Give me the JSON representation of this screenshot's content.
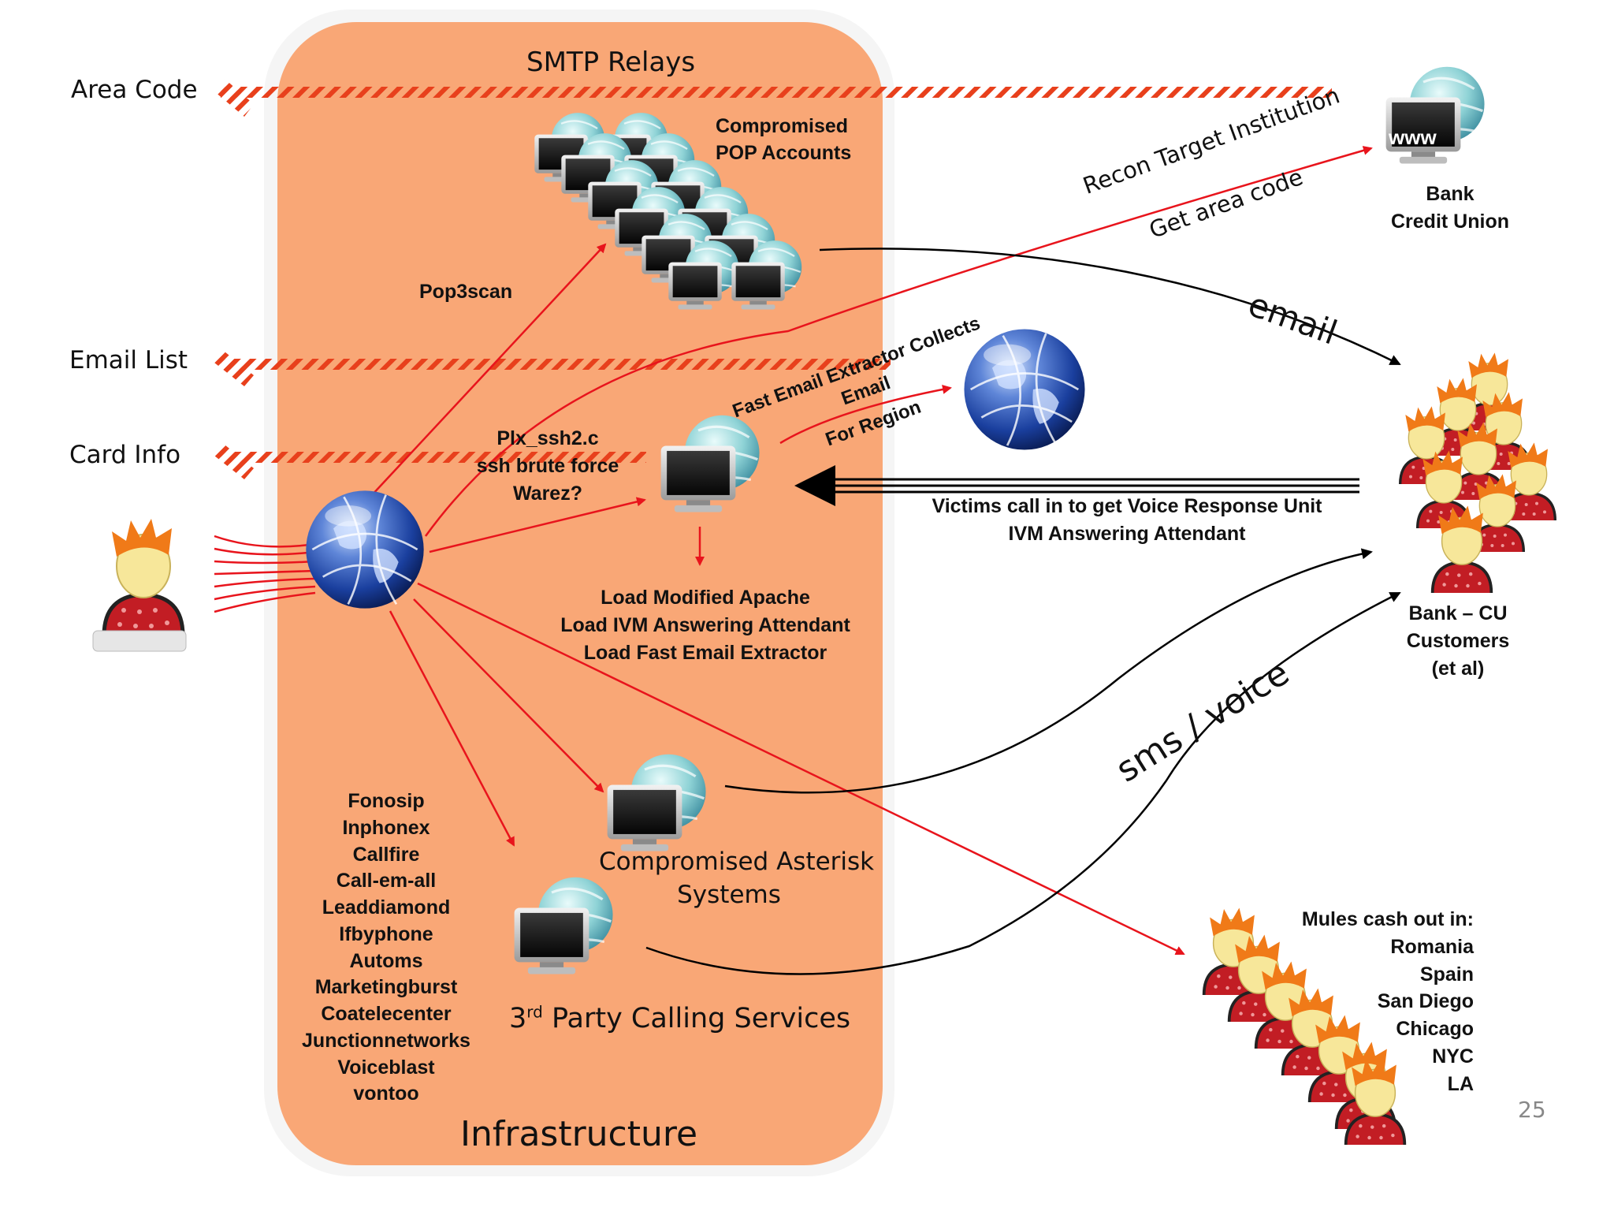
{
  "rows": {
    "area_code": "Area Code",
    "email_list": "Email List",
    "card_info": "Card Info"
  },
  "infrastructure": {
    "title": "Infrastructure",
    "smtp_relays": "SMTP Relays",
    "compromised_pop": [
      "Compromised",
      "POP Accounts"
    ],
    "pop3scan": "Pop3scan",
    "ssh_tools": [
      "Plx_ssh2.c",
      "ssh brute force",
      "Warez?"
    ],
    "load_steps": [
      "Load Modified Apache",
      "Load IVM Answering Attendant",
      "Load Fast Email Extractor"
    ],
    "asterisk": [
      "Compromised Asterisk",
      "Systems"
    ],
    "third_party_prefix": "3",
    "third_party_sup": "rd",
    "third_party_rest": " Party Calling Services",
    "calling_services": [
      "Fonosip",
      "Inphonex",
      "Callfire",
      "Call-em-all",
      "Leaddiamond",
      "Ifbyphone",
      "Automs",
      "Marketingburst",
      "Coatelecenter",
      "Junctionnetworks",
      "Voiceblast",
      "vontoo"
    ]
  },
  "arrows": {
    "recon_1": "Recon Target Institution",
    "recon_2": "Get area code",
    "extractor": [
      "Fast Email Extractor Collects",
      "Email",
      "For Region"
    ],
    "email": "email",
    "sms_voice": "sms / voice",
    "victims": [
      "Victims call in to get Voice Response Unit",
      "IVM Answering Attendant"
    ]
  },
  "bank": {
    "www_label": "www",
    "name": [
      "Bank",
      "Credit Union"
    ]
  },
  "customers": [
    "Bank – CU",
    "Customers",
    "(et al)"
  ],
  "mules": {
    "heading": "Mules cash out in:",
    "cities": [
      "Romania",
      "Spain",
      "San Diego",
      "Chicago",
      "NYC",
      "LA"
    ]
  },
  "page_number": "25",
  "colors": {
    "infrastructure_fill": "#f9a776",
    "hatch": "#e8401c",
    "arrow_red": "#e8141c",
    "globe_blue": "#1a3f9e"
  },
  "icons": [
    "globe-icon",
    "computer-icon",
    "person-icon"
  ]
}
